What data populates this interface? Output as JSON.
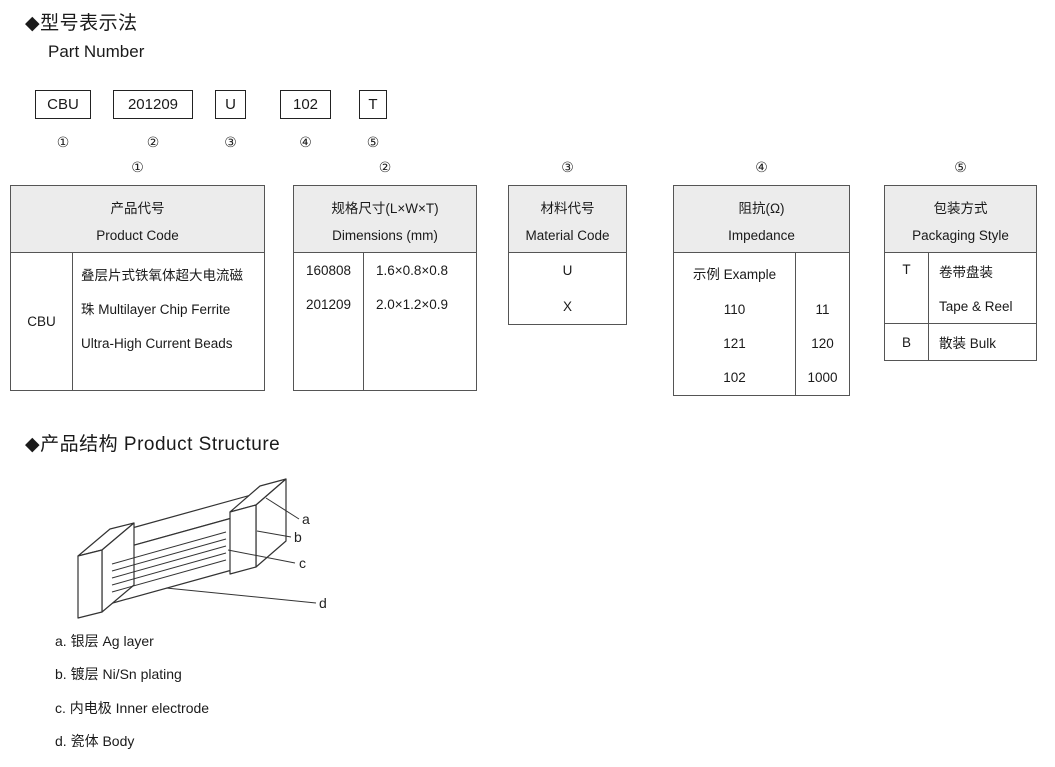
{
  "section_part_number": {
    "title_zh": "◆型号表示法",
    "title_en": "Part Number",
    "segments": [
      {
        "code": "CBU",
        "marker": "①"
      },
      {
        "code": "201209",
        "marker": "②"
      },
      {
        "code": "U",
        "marker": "③"
      },
      {
        "code": "102",
        "marker": "④"
      },
      {
        "code": "T",
        "marker": "⑤"
      }
    ]
  },
  "tables": {
    "product_code": {
      "marker": "①",
      "header_zh": "产品代号",
      "header_en": "Product Code",
      "code": "CBU",
      "desc_lines": [
        "叠层片式铁氧体超大电流磁",
        "珠 Multilayer Chip Ferrite",
        "Ultra-High Current Beads"
      ]
    },
    "dimensions": {
      "marker": "②",
      "header_zh": "规格尺寸(L×W×T)",
      "header_en": "Dimensions (mm)",
      "rows": [
        {
          "code": "160808",
          "value": "1.6×0.8×0.8"
        },
        {
          "code": "201209",
          "value": "2.0×1.2×0.9"
        }
      ]
    },
    "material_code": {
      "marker": "③",
      "header_zh": "材料代号",
      "header_en": "Material Code",
      "rows": [
        "U",
        "X"
      ]
    },
    "impedance": {
      "marker": "④",
      "header_zh": "阻抗(Ω)",
      "header_en": "Impedance",
      "example_label": "示例 Example",
      "rows": [
        {
          "code": "110",
          "value": "11"
        },
        {
          "code": "121",
          "value": "120"
        },
        {
          "code": "102",
          "value": "1000"
        }
      ]
    },
    "packaging": {
      "marker": "⑤",
      "header_zh": "包装方式",
      "header_en": "Packaging Style",
      "rows": [
        {
          "code": "T",
          "line1": "卷带盘装",
          "line2": "Tape & Reel"
        },
        {
          "code": "B",
          "line1": "散装 Bulk"
        }
      ]
    }
  },
  "section_structure": {
    "title": "◆产品结构 Product Structure",
    "diagram_labels": {
      "a": "a",
      "b": "b",
      "c": "c",
      "d": "d"
    },
    "legend": [
      "a. 银层  Ag layer",
      "b. 镀层 Ni/Sn plating",
      "c. 内电极 Inner electrode",
      "d. 瓷体 Body"
    ]
  }
}
